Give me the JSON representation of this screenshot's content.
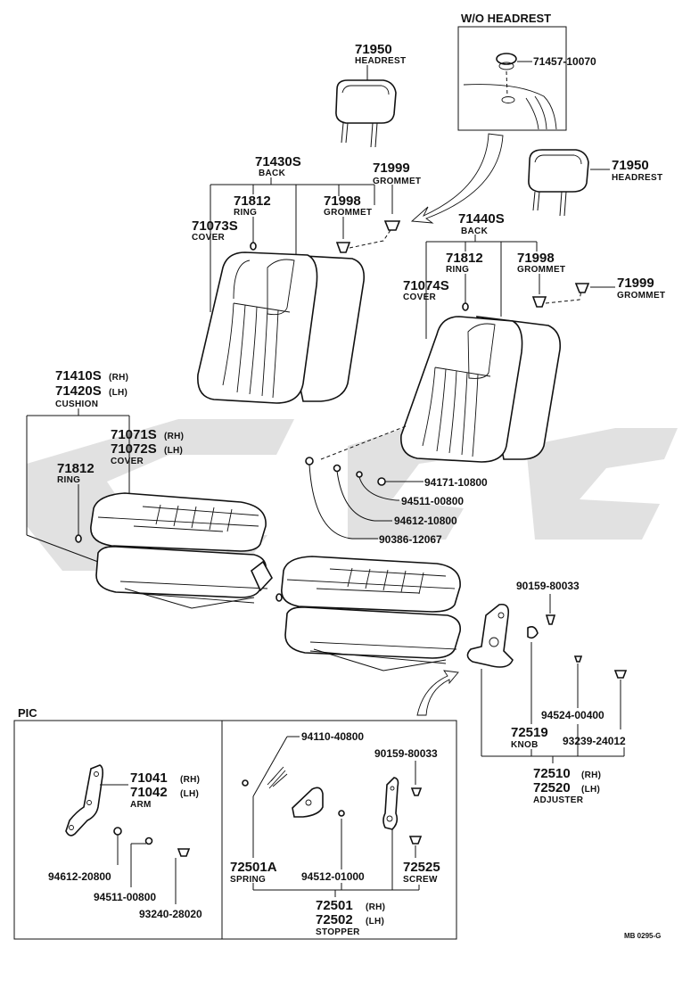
{
  "wo_headrest": {
    "title": "W/O HEADREST",
    "part": "71457-10070"
  },
  "left_seat": {
    "headrest": {
      "num": "71950",
      "name": "HEADREST"
    },
    "back": {
      "num": "71430S",
      "name": "BACK"
    },
    "ring": {
      "num": "71812",
      "name": "RING"
    },
    "grommet_a": {
      "num": "71999",
      "name": "GROMMET"
    },
    "grommet_b": {
      "num": "71998",
      "name": "GROMMET"
    },
    "cover": {
      "num": "71073S",
      "name": "COVER"
    },
    "cushion": {
      "num_rh": "71410S",
      "rh": "(RH)",
      "num_lh": "71420S",
      "lh": "(LH)",
      "name": "CUSHION"
    },
    "cushion_cover": {
      "num_rh": "71071S",
      "rh": "(RH)",
      "num_lh": "71072S",
      "lh": "(LH)",
      "name": "COVER"
    },
    "cushion_ring": {
      "num": "71812",
      "name": "RING"
    }
  },
  "right_seat": {
    "headrest": {
      "num": "71950",
      "name": "HEADREST"
    },
    "back": {
      "num": "71440S",
      "name": "BACK"
    },
    "ring": {
      "num": "71812",
      "name": "RING"
    },
    "grommet_b": {
      "num": "71998",
      "name": "GROMMET"
    },
    "grommet_a": {
      "num": "71999",
      "name": "GROMMET"
    },
    "cover": {
      "num": "71074S",
      "name": "COVER"
    }
  },
  "hardware": {
    "p1": "94171-10800",
    "p2": "94511-00800",
    "p3": "94612-10800",
    "p4": "90386-12067"
  },
  "adjuster": {
    "screw_top": "90159-80033",
    "knob": {
      "num": "72519",
      "name": "KNOB"
    },
    "p_94524": "94524-00400",
    "p_93239": "93239-24012",
    "adjuster": {
      "num_rh": "72510",
      "rh": "(RH)",
      "num_lh": "72520",
      "lh": "(LH)",
      "name": "ADJUSTER"
    }
  },
  "pic": {
    "title": "PIC",
    "arm": {
      "num_rh": "71041",
      "rh": "(RH)",
      "num_lh": "71042",
      "lh": "(LH)",
      "name": "ARM"
    },
    "p_94612": "94612-20800",
    "p_94511": "94511-00800",
    "p_93240": "93240-28020",
    "p_94110": "94110-40800",
    "p_90159": "90159-80033",
    "spring": {
      "num": "72501A",
      "name": "SPRING"
    },
    "p_94512": "94512-01000",
    "screw": {
      "num": "72525",
      "name": "SCREW"
    },
    "stopper": {
      "num_rh": "72501",
      "rh": "(RH)",
      "num_lh": "72502",
      "lh": "(LH)",
      "name": "STOPPER"
    }
  },
  "footer_code": "MB 0295-G"
}
